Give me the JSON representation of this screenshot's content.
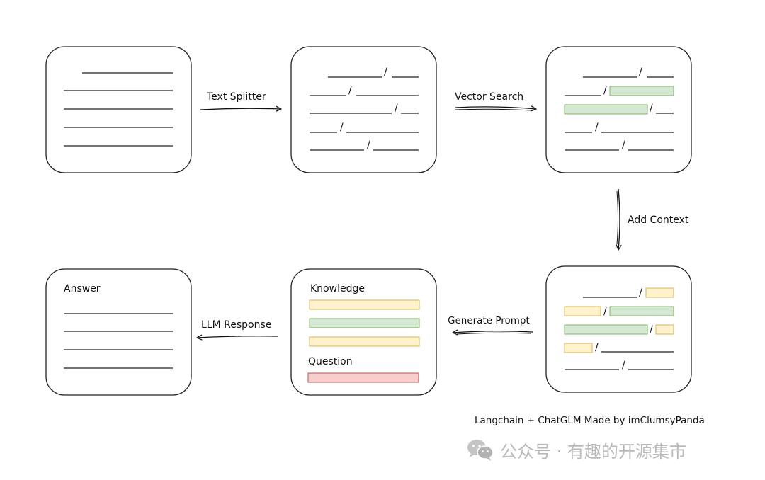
{
  "arrows": {
    "text_splitter": "Text Splitter",
    "vector_search": "Vector Search",
    "add_context": "Add Context",
    "generate_prompt": "Generate Prompt",
    "llm_response": "LLM Response"
  },
  "boxes": {
    "answer_title": "Answer",
    "knowledge_title": "Knowledge",
    "question_title": "Question"
  },
  "slash_char": "/",
  "credit": "Langchain + ChatGLM Made by imClumsyPanda",
  "watermark": {
    "text": "公众号 · 有趣的开源集市",
    "logo_icon": "wechat-icon"
  },
  "colors": {
    "yellow_fill": "#fff2cc",
    "yellow_stroke": "#d6b656",
    "green_fill": "#d5e8d4",
    "green_stroke": "#82b366",
    "red_fill": "#f8cecc",
    "red_stroke": "#b85450"
  }
}
